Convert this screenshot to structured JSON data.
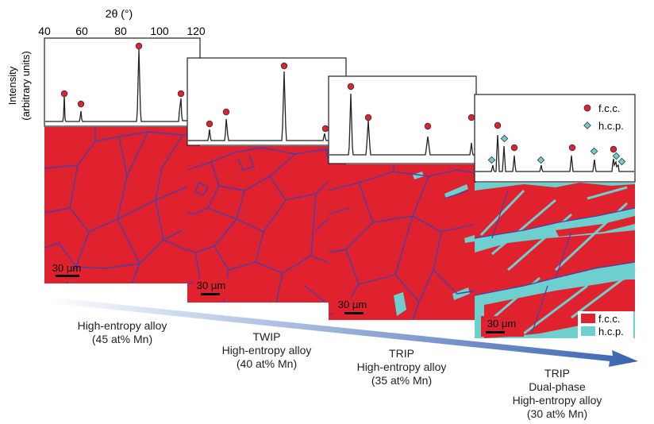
{
  "axis": {
    "title": "2θ (°)",
    "ticks": [
      "40",
      "60",
      "80",
      "100",
      "120"
    ],
    "ylabel_line1": "Intensity",
    "ylabel_line2": "(arbitrary units)"
  },
  "legend_xrd": {
    "fcc": "f.c.c.",
    "hcp": "h.c.p."
  },
  "legend_map": {
    "fcc": "f.c.c.",
    "hcp": "h.c.p."
  },
  "colors": {
    "fcc": "#e0222f",
    "hcp": "#6ecfcf",
    "boundary": "#4a3fa8",
    "arrow": "#3a63b0"
  },
  "panels": [
    {
      "scale": "30 µm",
      "line1": "",
      "line2": "High-entropy alloy",
      "line3": "(45 at% Mn)"
    },
    {
      "scale": "30 µm",
      "line1": "TWIP",
      "line2": "High-entropy alloy",
      "line3": "(40 at% Mn)"
    },
    {
      "scale": "30 µm",
      "line1": "TRIP",
      "line2": "High-entropy alloy",
      "line3": "(35 at% Mn)"
    },
    {
      "scale": "30 µm",
      "line1": "TRIP",
      "line2": "Dual-phase",
      "line3": "High-entropy alloy",
      "line4": "(30 at% Mn)"
    }
  ]
}
